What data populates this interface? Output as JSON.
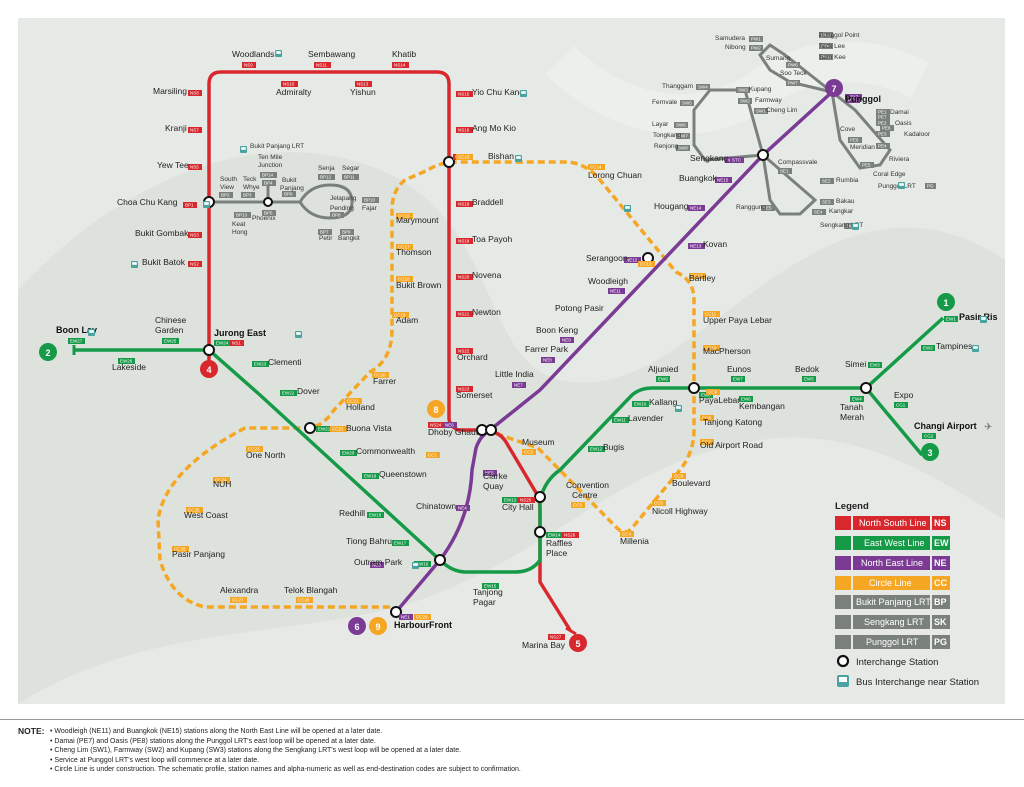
{
  "colors": {
    "north_south": "#d8282e",
    "east_west": "#159a48",
    "north_east": "#7b3b94",
    "circle": "#f5a623",
    "lrt": "#7a817c",
    "background": "#dde2dd"
  },
  "terminals": {
    "t1": "1",
    "t2": "2",
    "t3": "3",
    "t4": "4",
    "t5": "5",
    "t6": "6",
    "t7": "7",
    "t8": "8",
    "t9": "9"
  },
  "stations": {
    "woodlands": "Woodlands",
    "sembawang": "Sembawang",
    "khatib": "Khatib",
    "admiralty": "Admiralty",
    "yishun": "Yishun",
    "marsiling": "Marsiling",
    "kranji": "Kranji",
    "yew_tee": "Yew Tee",
    "choa_chu_kang": "Choa Chu Kang",
    "bukit_gombak": "Bukit Gombak",
    "bukit_batok": "Bukit Batok",
    "yio_chu_kang": "Yio Chu Kang",
    "ang_mo_kio": "Ang Mo Kio",
    "bishan": "Bishan",
    "braddell": "Braddell",
    "toa_payoh": "Toa Payoh",
    "novena": "Novena",
    "newton": "Newton",
    "orchard": "Orchard",
    "somerset": "Somerset",
    "dhoby_ghaut": "Dhoby Ghaut",
    "city_hall": "City Hall",
    "raffles_place": "Raffles\nPlace",
    "marina_bay": "Marina Bay",
    "boon_lay": "Boon Lay",
    "lakeside": "Lakeside",
    "chinese_garden": "Chinese\nGarden",
    "jurong_east": "Jurong East",
    "clementi": "Clementi",
    "dover": "Dover",
    "buona_vista": "Buona Vista",
    "commonwealth": "Commonwealth",
    "queenstown": "Queenstown",
    "redhill": "Redhill",
    "tiong_bahru": "Tiong Bahru",
    "outram_park": "Outram Park",
    "tanjong_pagar": "Tanjong\nPagar",
    "bugis": "Bugis",
    "lavender": "Lavender",
    "kallang": "Kallang",
    "aljunied": "Aljunied",
    "paya_lebar": "PayaLebar",
    "eunos": "Eunos",
    "kembangan": "Kembangan",
    "bedok": "Bedok",
    "tanah_merah": "Tanah\nMerah",
    "simei": "Simei",
    "tampines": "Tampines",
    "pasir_ris": "Pasir Ris",
    "expo": "Expo",
    "changi_airport": "Changi Airport",
    "harbourfront": "HarbourFront",
    "chinatown": "Chinatown",
    "clarke_quay": "Clarke\nQuay",
    "little_india": "Little India",
    "farrer_park": "Farrer Park",
    "boon_keng": "Boon Keng",
    "potong_pasir": "Potong Pasir",
    "woodleigh": "Woodleigh",
    "serangoon": "Serangoon",
    "kovan": "Kovan",
    "hougang": "Hougang",
    "buangkok": "Buangkok",
    "sengkang": "Sengkang",
    "punggol": "Punggol",
    "lorong_chuan": "Lorong Chuan",
    "marymount": "Marymount",
    "thomson": "Thomson",
    "bukit_brown": "Bukit Brown",
    "adam": "Adam",
    "farrer": "Farrer",
    "holland": "Holland",
    "one_north": "One North",
    "nuh": "NUH",
    "west_coast": "West Coast",
    "pasir_panjang": "Pasir Panjang",
    "alexandra": "Alexandra",
    "telok_blangah": "Telok Blangah",
    "bartley": "Bartley",
    "upper_paya_lebar": "Upper Paya Lebar",
    "macpherson": "MacPherson",
    "tanjong_katong": "Tanjong Katong",
    "old_airport_road": "Old Airport Road",
    "boulevard": "Boulevard",
    "nicoll_highway": "Nicoll Highway",
    "millenia": "Millenia",
    "museum": "Museum",
    "convention_centre": "Convention\nCentre",
    "bp_lrt": "Bukit Panjang LRT",
    "south_view": "South\nView",
    "teck_whye": "Teck\nWhye",
    "ten_mile": "Ten Mile\nJunction",
    "bukit_panjang": "Bukit\nPanjang",
    "senja": "Senja",
    "segar": "Segar",
    "jelapang": "Jelapang",
    "pending": "Pending",
    "fajar": "Fajar",
    "keat_hong": "Keat\nHong",
    "phoenix": "Phoenix",
    "petir": "Petir",
    "bangkit": "Bangkit",
    "samudera": "Samudera",
    "punggol_point": "Punggol Point",
    "nibong": "Nibong",
    "teck_lee": "Teck Lee",
    "sumang": "Sumang",
    "sam_kee": "Sam Kee",
    "soo_teck": "Soo Teck",
    "thanggam": "Thanggam",
    "kupang": "Kupang",
    "fernvale": "Fernvale",
    "farmway": "Farmway",
    "cheng_lim": "Cheng Lim",
    "layar": "Layar",
    "tongkang": "Tongkang",
    "renjong": "Renjong",
    "damai": "Damai",
    "oasis": "Oasis",
    "cove": "Cove",
    "kadaloor": "Kadaloor",
    "meridian": "Meridian",
    "riviera": "Riviera",
    "coral_edge": "Coral Edge",
    "compassvale": "Compassvale",
    "rumbia": "Rumbia",
    "bakau": "Bakau",
    "kangkar": "Kangkar",
    "ranggung": "Ranggung",
    "sengkang_lrt": "Sengkang LRT",
    "punggol_lrt": "Punggol LRT"
  },
  "codes": {
    "ns9": "NS9",
    "ns11": "NS11",
    "ns14": "NS14",
    "ns10": "NS10",
    "ns13": "NS13",
    "ns8": "NS8",
    "ns7": "NS7",
    "ns5": "NS5",
    "ns4": "NS4",
    "ns3": "NS3",
    "ns2": "NS2",
    "ns1": "NS1",
    "ew24": "EW24",
    "ns15": "NS15",
    "ns16": "NS16",
    "ns17": "NS17",
    "ns18": "NS18",
    "ns19": "NS19",
    "ns20": "NS20",
    "ns21": "NS21",
    "ns22": "NS22",
    "ns23": "NS23",
    "ns24": "NS24",
    "ns25": "NS25",
    "ns26": "NS26",
    "ns27": "NS27",
    "ew27": "EW27",
    "ew26": "EW26",
    "ew25": "EW25",
    "ew23": "EW23",
    "ew22": "EW22",
    "ew21": "EW21",
    "ew20": "EW20",
    "ew19": "EW19",
    "ew18": "EW18",
    "ew17": "EW17",
    "ew16": "EW16",
    "ew15": "EW15",
    "ew14": "EW14",
    "ew13": "EW13",
    "ew12": "EW12",
    "ew11": "EW11",
    "ew10": "EW10",
    "ew9": "EW9",
    "ew8": "EW8",
    "ew7": "EW7",
    "ew6": "EW6",
    "ew5": "EW5",
    "ew4": "EW4",
    "ew3": "EW3",
    "ew2": "EW2",
    "ew1": "EW1",
    "cg1": "CG1",
    "cg2": "CG2",
    "ne1": "NE1",
    "ne3": "NE3",
    "ne4": "NE4",
    "ne5": "NE5",
    "ne6": "NE6",
    "ne7": "NE7",
    "ne8": "NE8",
    "ne9": "NE9",
    "ne11": "NE11",
    "ne12": "NE12",
    "ne13": "NE13",
    "ne14": "NE14",
    "ne15": "NE15",
    "ne16": "NE16",
    "ne17": "NE17",
    "cc1": "CC1",
    "cc2": "CC2",
    "cc3": "CC3",
    "cc4": "CC4",
    "cc5": "CC5",
    "cc6": "CC6",
    "cc7": "CC7",
    "cc8": "CC8",
    "cc9": "CC9",
    "cc10": "CC10",
    "cc11": "CC11",
    "cc12": "CC12",
    "cc13": "CC13",
    "cc14": "CC14",
    "cc15": "CC15",
    "cc16": "CC16",
    "cc17": "CC17",
    "cc18": "CC18",
    "cc19": "CC19",
    "cc20": "CC20",
    "cc21": "CC21",
    "cc22": "CC22",
    "cc23": "CC23",
    "cc24": "CC24",
    "cc25": "CC25",
    "cc26": "CC26",
    "cc27": "CC27",
    "cc28": "CC28",
    "cc29": "CC29",
    "bp1": "BP1",
    "bp2": "BP2",
    "bp3": "BP3",
    "bp4": "BP4",
    "bp5": "BP5",
    "bp6": "BP6",
    "bp7": "BP7",
    "bp8": "BP8",
    "bp9": "BP9",
    "bp10": "BP10",
    "bp11": "BP11",
    "bp12": "BP12",
    "bp13": "BP13",
    "bp14": "BP14",
    "pw1": "PW1",
    "pw2": "PW2",
    "pw3": "PW3",
    "pw4": "PW4",
    "pw5": "PW5",
    "pw6": "PW6",
    "pw7": "PW7",
    "pe1": "PE1",
    "pe2": "PE2",
    "pe3": "PE3",
    "pe4": "PE4",
    "pe5": "PE5",
    "pe6": "PE6",
    "pe7": "PE7",
    "pe8": "PE8",
    "sw1": "SW1",
    "sw2": "SW2",
    "sw3": "SW3",
    "sw4": "SW4",
    "sw5": "SW5",
    "sw6": "SW6",
    "sw7": "SW7",
    "sw8": "SW8",
    "se1": "SE1",
    "se2": "SE2",
    "se3": "SE3",
    "se4": "SE4",
    "se5": "SE5",
    "pg": "PG",
    "sk": "SK",
    "pt": "PTC",
    "stc": "STC"
  },
  "legend": {
    "title": "Legend",
    "ns_label": "North South Line",
    "ns_code": "NS",
    "ew_label": "East West Line",
    "ew_code": "EW",
    "ne_label": "North East Line",
    "ne_code": "NE",
    "cc_label": "Circle Line",
    "cc_code": "CC",
    "bp_label": "Bukit Panjang LRT",
    "bp_code": "BP",
    "sk_label": "Sengkang LRT",
    "sk_code": "SK",
    "pg_label": "Punggol LRT",
    "pg_code": "PG",
    "interchange": "Interchange Station",
    "bus": "Bus Interchange near Station"
  },
  "notes": {
    "heading": "NOTE:",
    "n1": "Woodleigh (NE11) and Buangkok (NE15) stations along the North East Line will be opened at a later date.",
    "n2": "Damai (PE7) and Oasis (PE8) stations along the Punggol LRT's east loop will be opened at a later date.",
    "n3": "Cheng Lim (SW1), Farmway (SW2) and Kupang (SW3) stations along the Sengkang LRT's west loop will be opened at a later date.",
    "n4": "Service at Punggol LRT's west loop will commence at a later date.",
    "n5": "Circle Line is under construction. The schematic profile, station names and alpha-numeric as well as end-destination codes are subject to confirmation."
  }
}
